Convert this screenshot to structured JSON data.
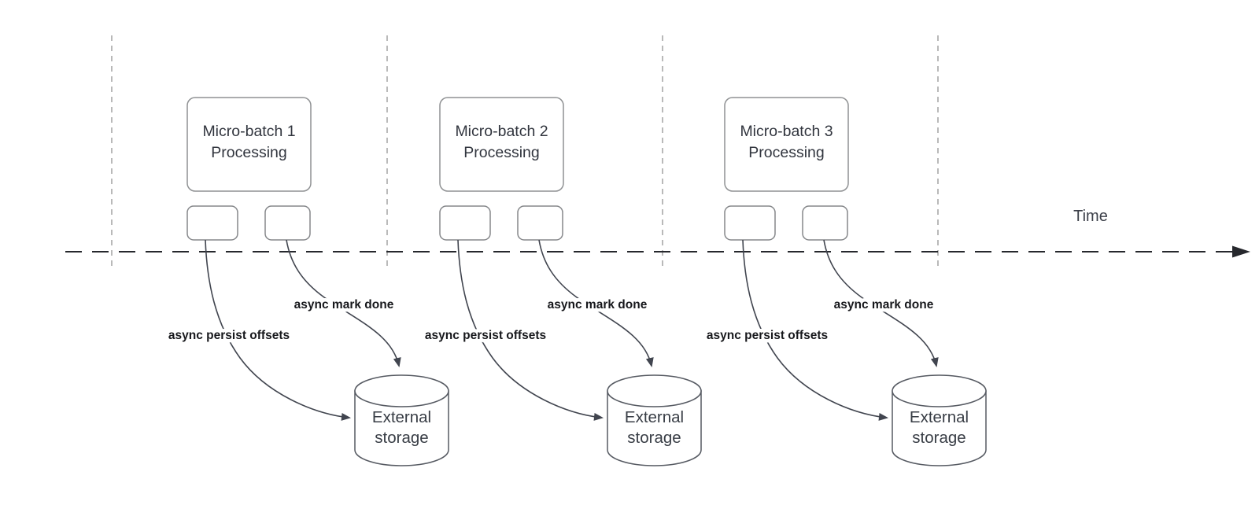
{
  "timeline": {
    "label": "Time"
  },
  "groups": [
    {
      "title_line1": "Micro-batch 1",
      "title_line2": "Processing",
      "persist_label": "async persist offsets",
      "done_label": "async mark done",
      "storage_line1": "External",
      "storage_line2": "storage"
    },
    {
      "title_line1": "Micro-batch 2",
      "title_line2": "Processing",
      "persist_label": "async persist offsets",
      "done_label": "async mark done",
      "storage_line1": "External",
      "storage_line2": "storage"
    },
    {
      "title_line1": "Micro-batch 3",
      "title_line2": "Processing",
      "persist_label": "async persist offsets",
      "done_label": "async mark done",
      "storage_line1": "External",
      "storage_line2": "storage"
    }
  ],
  "colors": {
    "background": "#ffffff",
    "timeline": "#26282d",
    "guide_line": "#a8a8a8",
    "box_border": "#8f9193",
    "box_text": "#31353e",
    "arrow": "#41454f",
    "flow_label_text": "#17181c",
    "cylinder_border": "#565a62",
    "time_text": "#3c4049"
  }
}
